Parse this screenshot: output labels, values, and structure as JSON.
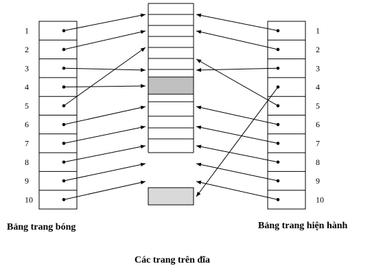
{
  "labels": {
    "shadow_table": "Bảng trang bóng",
    "current_table": "Bảng trang hiện hành",
    "disk_pages": "Các trang trên đĩa"
  },
  "row_numbers": [
    "1",
    "2",
    "3",
    "4",
    "5",
    "6",
    "7",
    "8",
    "9",
    "10"
  ],
  "colors": {
    "highlight_page": "#c0c0c0",
    "separate_page": "#d9d9d9",
    "line": "#000000"
  },
  "shadow_links": [
    {
      "row": 1,
      "page": 1
    },
    {
      "row": 2,
      "page": 2
    },
    {
      "row": 3,
      "page": 6
    },
    {
      "row": 4,
      "page": 7
    },
    {
      "row": 5,
      "page": 3
    },
    {
      "row": 6,
      "page": 9
    },
    {
      "row": 7,
      "page": 11
    },
    {
      "row": 8,
      "page": 13
    },
    {
      "row": 9,
      "page": 14
    },
    {
      "row": 10,
      "page": 15
    }
  ],
  "current_links": [
    {
      "row": 1,
      "page": 1
    },
    {
      "row": 2,
      "page": 2
    },
    {
      "row": 3,
      "page": 6
    },
    {
      "row": 4,
      "page": 16
    },
    {
      "row": 5,
      "page": 4
    },
    {
      "row": 6,
      "page": 9
    },
    {
      "row": 7,
      "page": 11
    },
    {
      "row": 8,
      "page": 13
    },
    {
      "row": 9,
      "page": 14
    },
    {
      "row": 10,
      "page": 15
    }
  ]
}
